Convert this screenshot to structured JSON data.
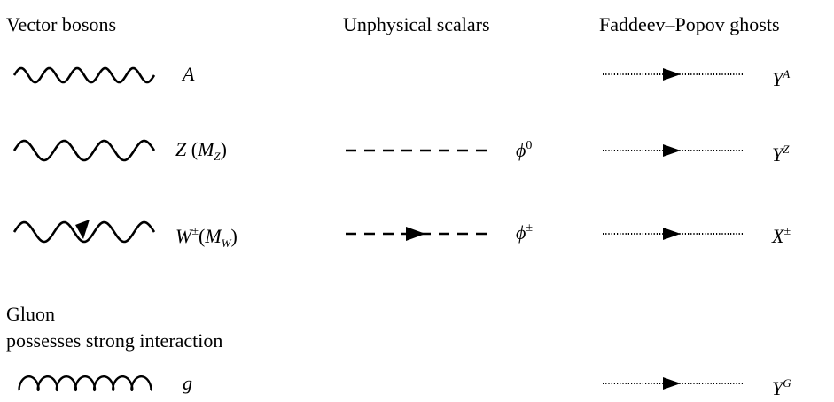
{
  "headers": {
    "vector_bosons": "Vector bosons",
    "unphysical_scalars": "Unphysical scalars",
    "fp_ghosts": "Faddeev–Popov ghosts"
  },
  "gluon": {
    "title": "Gluon",
    "subtitle": "possesses strong interaction"
  },
  "labels": {
    "A": "A",
    "Z": "Z",
    "Z_open": "(",
    "Z_mass": "M",
    "Z_mass_sub": "Z",
    "Z_close": ")",
    "W": "W",
    "W_sup": "±",
    "W_open": "(",
    "W_mass": "M",
    "W_mass_sub": "W",
    "W_close": ")",
    "phi0": "ϕ",
    "phi0_sup": "0",
    "phipm": "ϕ",
    "phipm_sup": "±",
    "YA": "Y",
    "YA_sup": "A",
    "YZ": "Y",
    "YZ_sup": "Z",
    "Xpm": "X",
    "Xpm_sup": "±",
    "g": "g",
    "YG": "Y",
    "YG_sup": "G"
  },
  "line_color": "#000000"
}
